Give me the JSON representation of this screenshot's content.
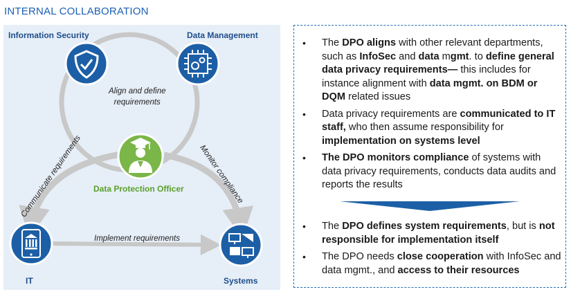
{
  "header": {
    "title": "INTERNAL COLLABORATION"
  },
  "diagram": {
    "nodes": {
      "infosec": "Information Security",
      "datamgmt": "Data Management",
      "dpo": "Data Protection Officer",
      "it": "IT",
      "systems": "Systems"
    },
    "edges": {
      "align": [
        "Align and define",
        "requirements"
      ],
      "communicate": "Communicate requirements",
      "monitor": "Monitor compliance",
      "implement": "Implement requirements"
    },
    "icons": {
      "infosec": "shield-check-icon",
      "datamgmt": "processor-chip-gear-icon",
      "dpo": "graduate-person-icon",
      "it": "tablet-building-icon",
      "systems": "monitors-network-icon"
    },
    "colors": {
      "blue": "#1c5fa6",
      "green": "#7ab648",
      "arrow": "#c8c8c8",
      "background": "#e6eef7"
    }
  },
  "panel": {
    "top_bullets": [
      [
        {
          "t": "The "
        },
        {
          "t": "DPO aligns",
          "b": true
        },
        {
          "t": " with other relevant departments, such as "
        },
        {
          "t": "InfoSec",
          "b": true
        },
        {
          "t": " and "
        },
        {
          "t": "data",
          "b": true
        },
        {
          "t": " m"
        },
        {
          "t": "gmt",
          "b": true
        },
        {
          "t": ". to "
        },
        {
          "t": "define general data privacy requirements—",
          "b": true
        },
        {
          "t": " this includes for instance alignment with "
        },
        {
          "t": "data mgmt. on BDM or DQM",
          "b": true
        },
        {
          "t": " related issues"
        }
      ],
      [
        {
          "t": "Data privacy requirements are "
        },
        {
          "t": "communicated to IT staff,",
          "b": true
        },
        {
          "t": " who then assume responsibility for "
        },
        {
          "t": "implementation on systems level",
          "b": true
        }
      ],
      [
        {
          "t": "The DPO monitors compliance",
          "b": true
        },
        {
          "t": " of systems with data privacy requirements, conducts data audits and reports the results"
        }
      ]
    ],
    "bottom_bullets": [
      [
        {
          "t": "The "
        },
        {
          "t": "DPO defines system requirements",
          "b": true
        },
        {
          "t": ", but is "
        },
        {
          "t": "not responsible for implementation itself",
          "b": true
        }
      ],
      [
        {
          "t": "The DPO needs "
        },
        {
          "t": "close cooperation",
          "b": true
        },
        {
          "t": " with InfoSec and data mgmt., and "
        },
        {
          "t": "access to their resources",
          "b": true
        }
      ]
    ],
    "divider_icon": "down-chevron-band-icon"
  }
}
